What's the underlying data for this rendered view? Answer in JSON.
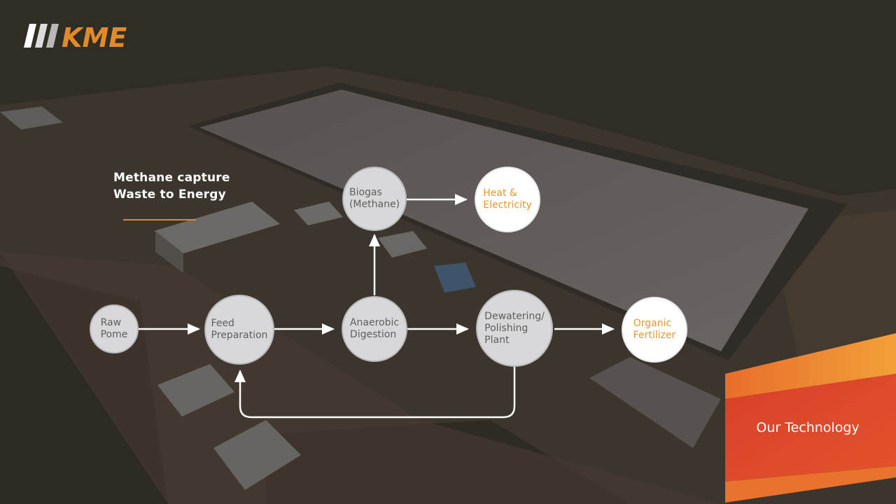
{
  "brand": {
    "logo_text": "KME",
    "accent": "#e28a2a"
  },
  "tagline": {
    "line1": "Methane capture",
    "line2": "Waste to Energy"
  },
  "nodes": {
    "raw_pome": "Raw\nPome",
    "feed_prep": "Feed\nPreparation",
    "anaerobic": "Anaerobic\nDigestion",
    "dewatering": "Dewatering/\nPolishing\nPlant",
    "biogas": "Biogas\n(Methane)",
    "heat": "Heat &\nElectricity",
    "fertilizer": "Organic\nFertilizer"
  },
  "colors": {
    "output_text": "#e8982e",
    "process_node": "#d8d8da",
    "ribbon": "#e0502a"
  },
  "ribbon": {
    "label": "Our Technology"
  }
}
